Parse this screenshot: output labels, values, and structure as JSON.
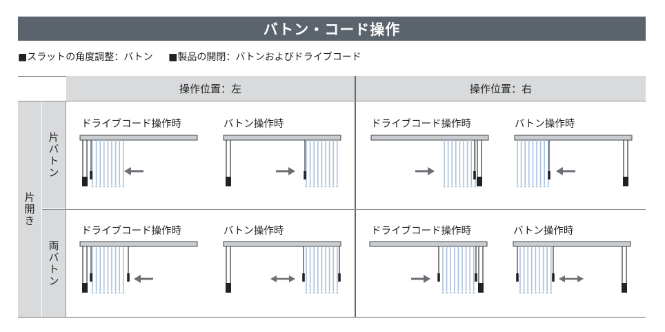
{
  "title": "バトン・コード操作",
  "subtitles": [
    "■スラットの角度調整：バトン",
    "■製品の開閉：バトンおよびドライブコード"
  ],
  "columns": [
    "操作位置：左",
    "操作位置：右"
  ],
  "group_label": "片開き",
  "rows": [
    "片バトン",
    "両バトン"
  ],
  "label_cord": "ドライブコード操作時",
  "label_baton": "バトン操作時",
  "colors": {
    "title_bg": "#5b646d",
    "header_bg": "#d8dadc",
    "slat": "#a9c1dc",
    "arrow": "#6b6f74",
    "rail": "#c9ccd1"
  }
}
